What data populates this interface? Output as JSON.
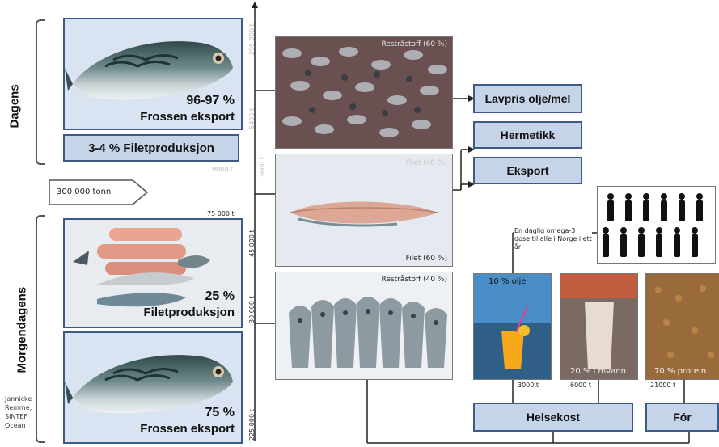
{
  "sections": {
    "today": "Dagens",
    "tomorrow": "Morgendagens"
  },
  "today_whole": {
    "percent": "96-97 %",
    "label": "Frossen eksport"
  },
  "today_filet_box": "3-4 % Filetproduksjon",
  "arrow_input": "300 000 tonn",
  "flow_labels": {
    "t295": "295 000 t",
    "t5400": "5400 t",
    "t3600": "3600 t",
    "t9000": "9000 t",
    "t75000": "75 000 t",
    "t45000": "45 000 t",
    "t30000": "30 000 t",
    "t225000": "225 000 t",
    "t3000": "3000 t",
    "t6000": "6000 t",
    "t21000": "21000 t"
  },
  "photo_rest_today": "Restråstoff (60 %)",
  "photo_filet_today": "Filet (40 %)",
  "photo_filet_tomorrow": "Filet (60 %)",
  "photo_rest_tomorrow": "Restråstoff (40 %)",
  "tomorrow_filet": {
    "percent": "25 %",
    "label": "Filetproduksjon"
  },
  "tomorrow_whole": {
    "percent": "75 %",
    "label": "Frossen eksport"
  },
  "outputs": {
    "lowprice": "Lavpris olje/mel",
    "canned": "Hermetikk",
    "export": "Eksport"
  },
  "omega_note": "En daglig omega-3 dose til alle i Norge i ett år",
  "products": {
    "oil": "10 % olje",
    "drink": "20 % i mvann",
    "feed": "70 % protein"
  },
  "bottom_boxes": {
    "health": "Helsekost",
    "feed": "Fór"
  },
  "credit": "Jannicke Remme, SINTEF Ocean",
  "colors": {
    "box_fill": "#c6d4ea",
    "box_border": "#3c5a86",
    "panel_fill": "#d9e3f1"
  },
  "icons": [
    "fish-illustration",
    "fish-heads-photo",
    "filet-photo",
    "people-silhouettes",
    "juice-glass-photo",
    "protein-drink-photo",
    "feed-pellets-photo"
  ]
}
